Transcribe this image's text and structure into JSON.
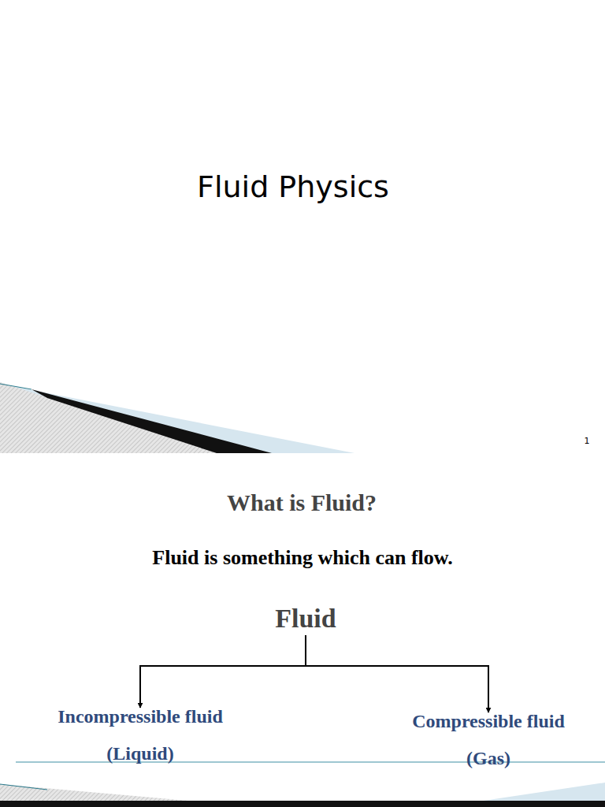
{
  "diagram": {
    "title": "Fluid Physics",
    "nodes": [
      {
        "text": [
          "Fluid"
        ]
      },
      {
        "text": [
          "Incompressible fluid",
          "(Liquid)"
        ]
      },
      {
        "text": [
          "Compressible fluid",
          "(Gas)"
        ]
      }
    ],
    "edges": [
      {
        "from": 0,
        "to": 1,
        "arrow": "to"
      },
      {
        "from": 0,
        "to": 2,
        "arrow": "to"
      }
    ],
    "labels": [
      "1",
      "What is Fluid?",
      "Fluid is something which can flow."
    ]
  }
}
